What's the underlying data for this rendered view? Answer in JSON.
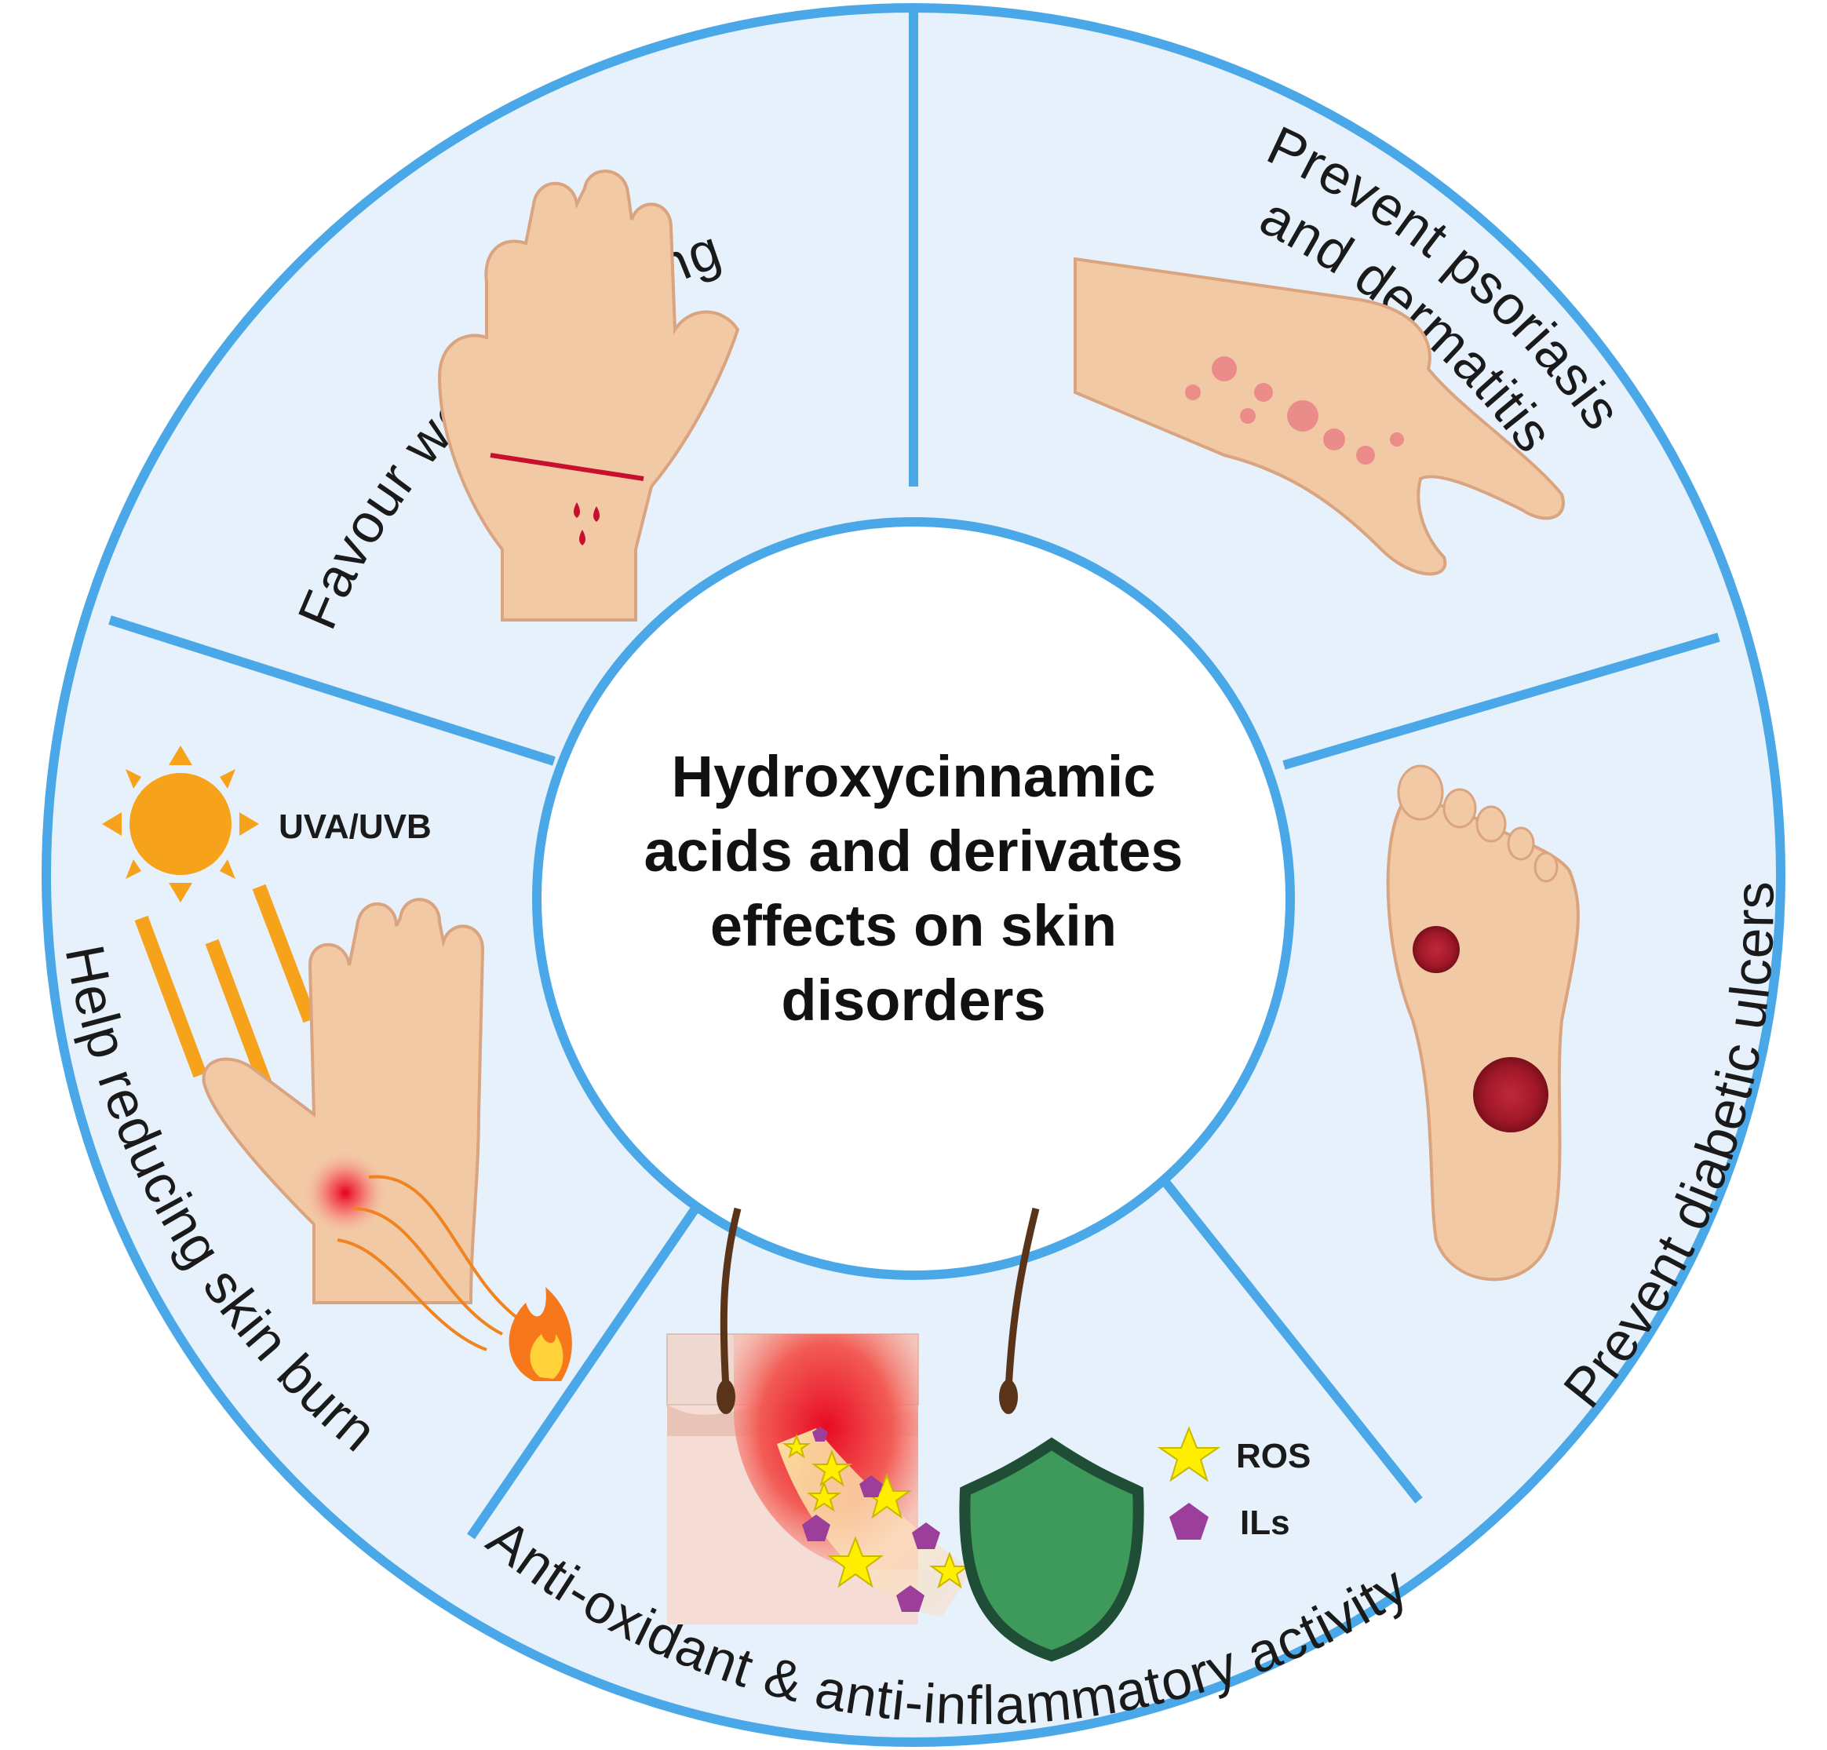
{
  "center": {
    "title_lines": [
      "Hydroxycinnamic",
      "acids and derivates",
      "effects on skin",
      "disorders"
    ]
  },
  "segments": {
    "wound": {
      "label": "Favour wound healing"
    },
    "psoriasis": {
      "label_line1": "Prevent psoriasis",
      "label_line2": "and dermatitis"
    },
    "diabetic": {
      "label": "Prevent diabetic ulcers"
    },
    "antioxidant": {
      "label": "Anti-oxidant & anti-inflammatory activity"
    },
    "burn": {
      "label": "Help reducing skin burn",
      "uv_label": "UVA/UVB"
    }
  },
  "legend": {
    "ros": "ROS",
    "ils": "ILs"
  },
  "colors": {
    "ring": "#4aa8e8",
    "segment_fill": "#e6f1fb",
    "skin": "#f2c9a5",
    "blood": "#c8102e",
    "sun": "#f7a21b",
    "shield": "#3d9a5a",
    "ros_star": "#ffee00",
    "il_pentagon": "#9b3f9b"
  }
}
